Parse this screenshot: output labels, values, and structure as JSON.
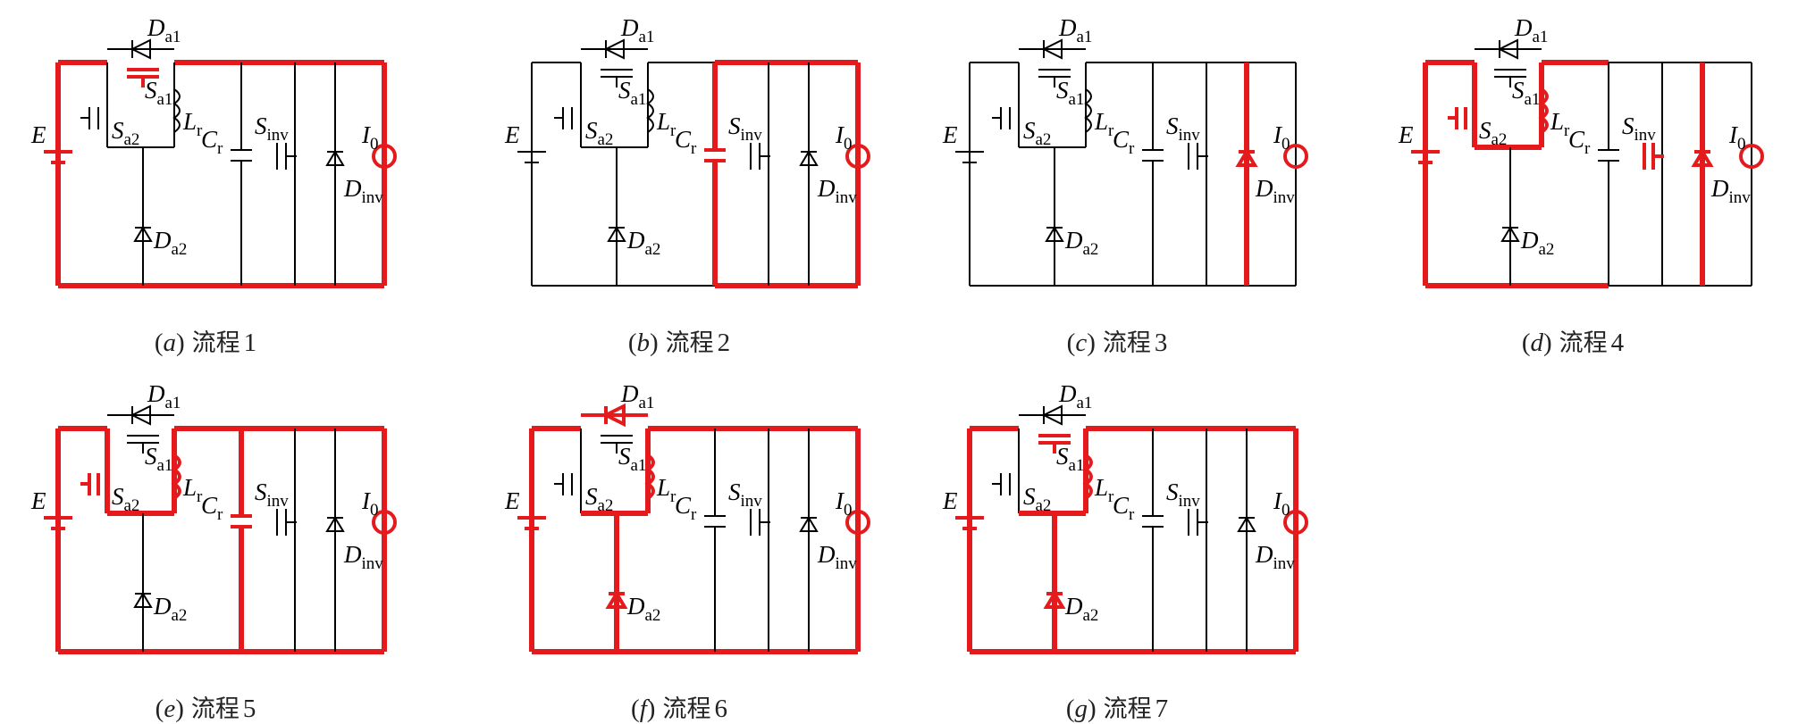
{
  "labels": {
    "E": "E",
    "Da1": {
      "main": "D",
      "sub": "a1"
    },
    "Sa1": {
      "main": "S",
      "sub": "a1"
    },
    "Sa2": {
      "main": "S",
      "sub": "a2"
    },
    "Lr": {
      "main": "L",
      "sub": "r"
    },
    "Da2": {
      "main": "D",
      "sub": "a2"
    },
    "Cr": {
      "main": "C",
      "sub": "r"
    },
    "Sinv": {
      "main": "S",
      "sub": "inv"
    },
    "Dinv": {
      "main": "D",
      "sub": "inv"
    },
    "I0": {
      "main": "I",
      "sub": "0"
    }
  },
  "highlight_color": "#e41a1c",
  "wire_color": "#000000",
  "panels": [
    {
      "letter": "a",
      "label": "流程",
      "number": "1",
      "highlight": [
        "left",
        "topL",
        "topM",
        "topR",
        "right",
        "botL",
        "botM",
        "botR",
        "bat",
        "Sa1",
        "src"
      ]
    },
    {
      "letter": "b",
      "label": "流程",
      "number": "2",
      "highlight": [
        "topR",
        "botR",
        "right",
        "Cr_left",
        "Cr",
        "src"
      ]
    },
    {
      "letter": "c",
      "label": "流程",
      "number": "3",
      "highlight": [
        "outer_right_box",
        "Dinv",
        "src"
      ]
    },
    {
      "letter": "d",
      "label": "流程",
      "number": "4",
      "highlight": [
        "left",
        "topL",
        "topM",
        "botL",
        "botM",
        "bat",
        "loopL",
        "loopR",
        "loopB",
        "Sa2",
        "Lr",
        "Sinv",
        "outer_right_box",
        "Dinv",
        "src"
      ]
    },
    {
      "letter": "e",
      "label": "流程",
      "number": "5",
      "highlight": [
        "left",
        "topL",
        "topM",
        "topR",
        "right",
        "botL",
        "botM",
        "botR",
        "bat",
        "loopL",
        "loopR",
        "loopB",
        "Sa2",
        "Lr",
        "Cr",
        "Cr_left",
        "src"
      ]
    },
    {
      "letter": "f",
      "label": "流程",
      "number": "6",
      "highlight": [
        "left",
        "topL",
        "topM",
        "topR",
        "right",
        "botL",
        "botM",
        "botR",
        "bat",
        "Da1",
        "loopR",
        "loopB",
        "Lr",
        "Da2",
        "midV",
        "src"
      ]
    },
    {
      "letter": "g",
      "label": "流程",
      "number": "7",
      "highlight": [
        "left",
        "topL",
        "topM",
        "topR",
        "right",
        "botL",
        "botM",
        "botR",
        "bat",
        "Sa1",
        "loopR",
        "loopB",
        "Lr",
        "Da2",
        "midV",
        "src"
      ]
    }
  ]
}
